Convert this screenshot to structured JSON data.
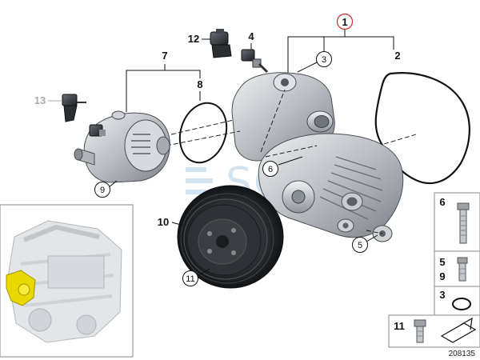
{
  "diagram": {
    "callouts": {
      "c1": "1",
      "c2": "2",
      "c3": "3",
      "c4": "4",
      "c5": "5",
      "c6": "6",
      "c7": "7",
      "c8": "8",
      "c9": "9",
      "c10": "10",
      "c11": "11",
      "c12": "12",
      "c13": "13"
    },
    "legend": {
      "row6": "6",
      "row5": "5",
      "row9": "9",
      "row3": "3",
      "row11": "11"
    },
    "reference_number": "208135",
    "watermark": "SQE",
    "colors": {
      "highlight_ring": "#d42a2a",
      "inactive_label": "#a9a9a9",
      "engine_highlight": "#e8d800"
    }
  }
}
